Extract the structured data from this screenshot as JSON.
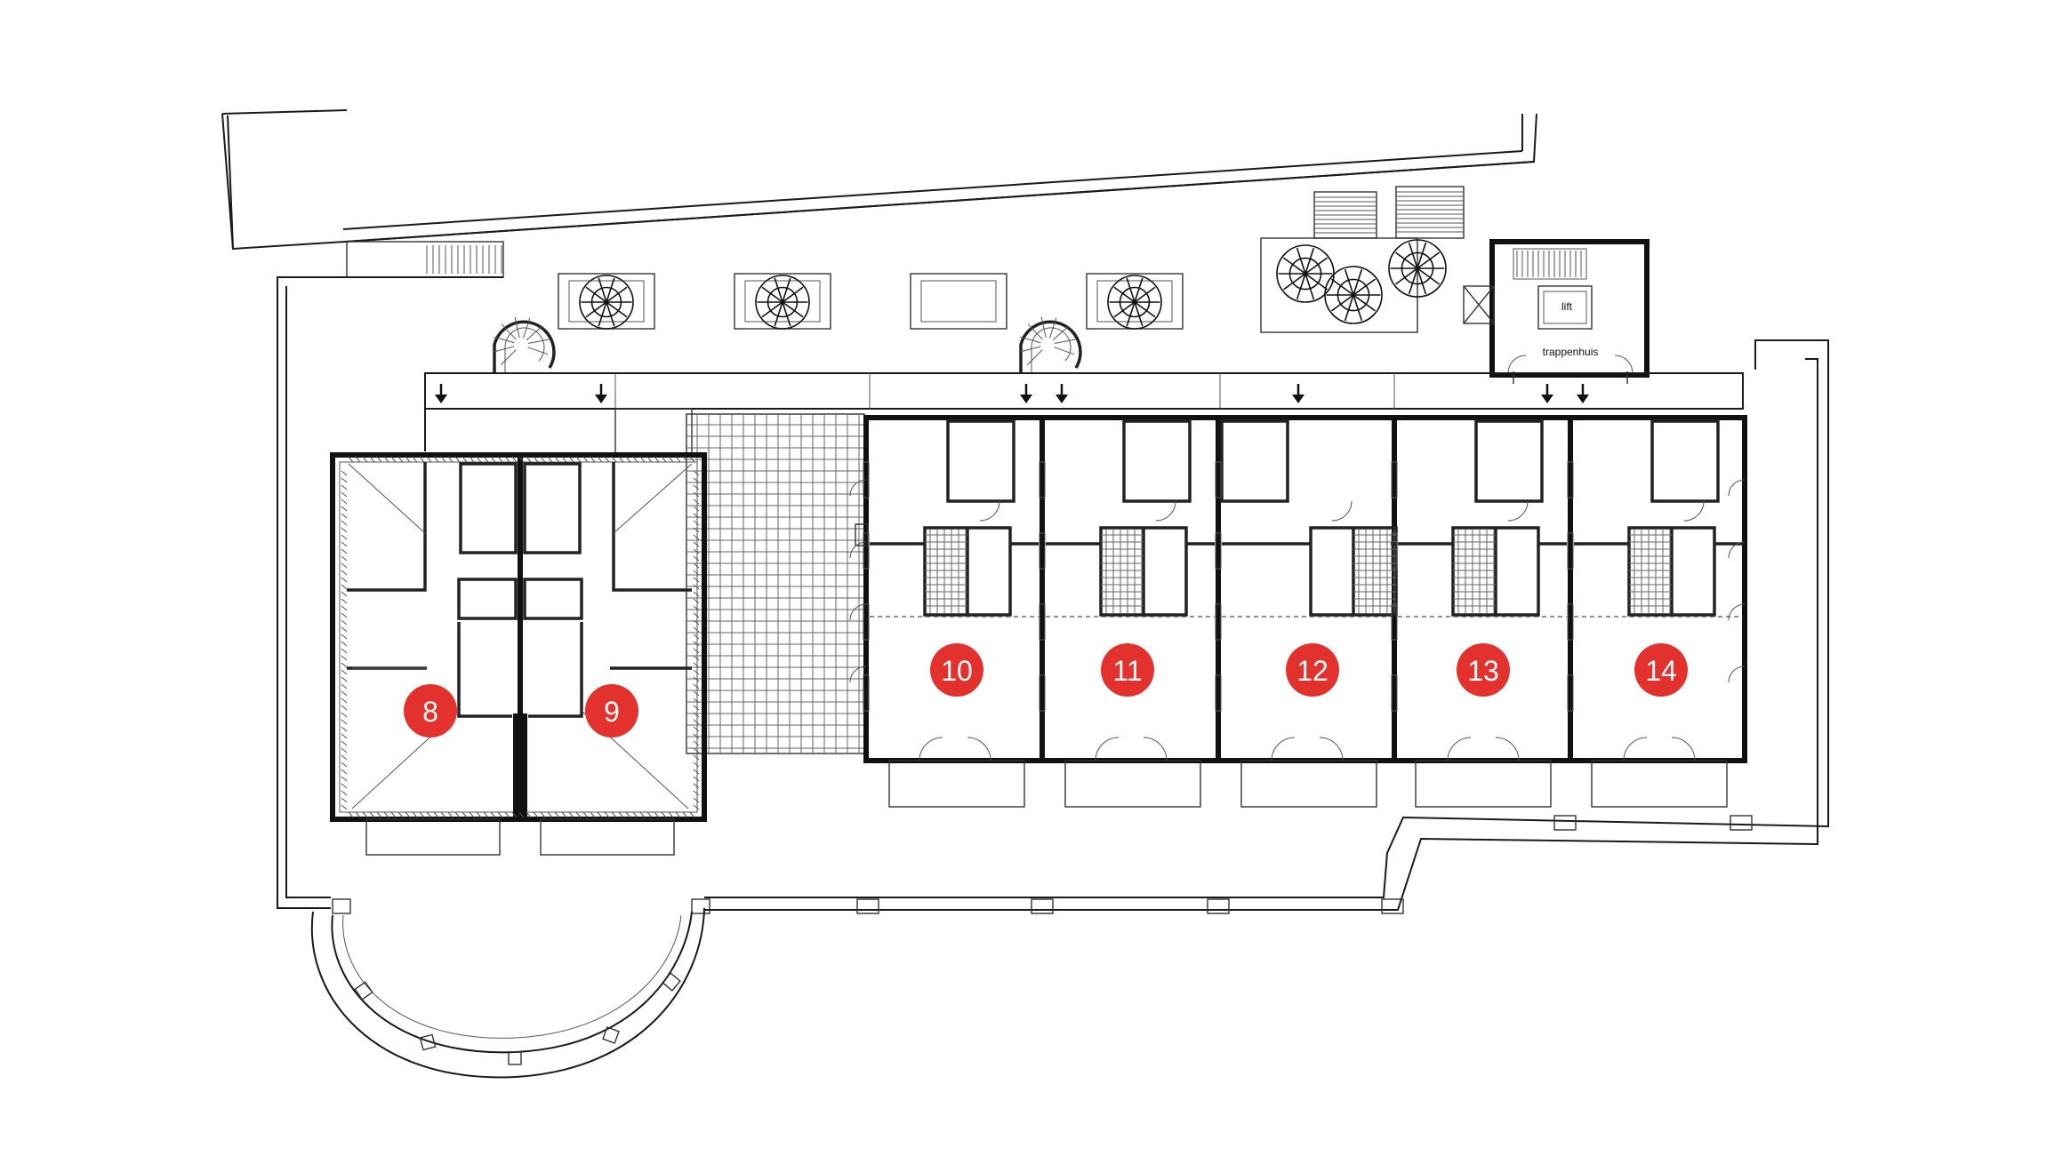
{
  "units": [
    {
      "number": "8"
    },
    {
      "number": "9"
    },
    {
      "number": "10"
    },
    {
      "number": "11"
    },
    {
      "number": "12"
    },
    {
      "number": "13"
    },
    {
      "number": "14"
    }
  ],
  "labels": {
    "lift": "lift",
    "stairwell": "trappenhuis"
  },
  "colors": {
    "badge": "#e3312d",
    "line": "#1a1a1a",
    "background": "#ffffff"
  }
}
